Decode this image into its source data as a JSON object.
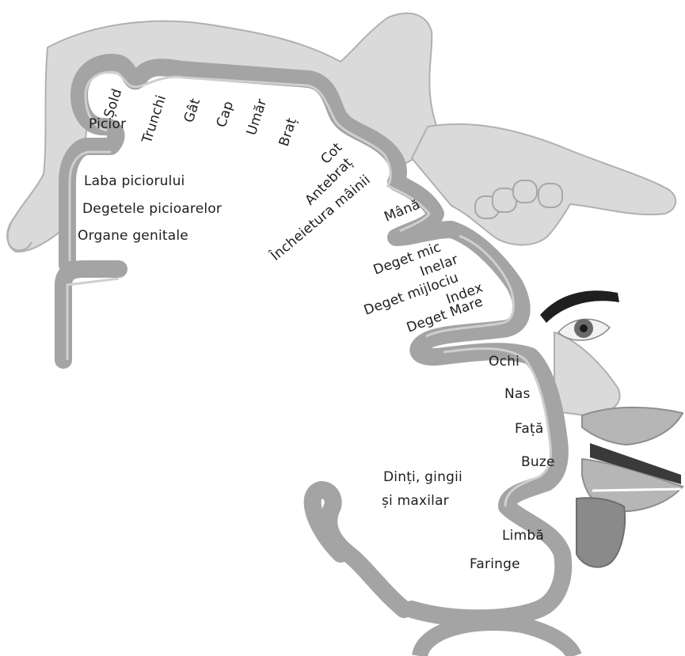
{
  "labels": {
    "sold": "Șold",
    "picior": "Picior",
    "trunchi": "Trunchi",
    "gat": "Gât",
    "cap": "Cap",
    "umar": "Umăr",
    "brat": "Braț",
    "cot": "Cot",
    "antebrat": "Antebraț",
    "incheietura": "Încheietura mâinii",
    "mana": "Mână",
    "laba_piciorului": "Laba piciorului",
    "degetele_picioarelor": "Degetele picioarelor",
    "organe_genitale": "Organe genitale",
    "deget_mic": "Deget mic",
    "inelar": "Inelar",
    "deget_mijlociu": "Deget mijlociu",
    "index": "Index",
    "deget_mare": "Deget Mare",
    "ochi": "Ochi",
    "nas": "Nas",
    "fata": "Față",
    "buze": "Buze",
    "dinti_1": "Dinți, gingii",
    "dinti_2": "și maxilar",
    "limba": "Limbă",
    "faringe": "Faringe"
  },
  "colors": {
    "cortex_band": "#a4a4a4",
    "cortex_edge": "#8a8a8a",
    "brain_fill": "#ffffff",
    "body_fill": "#dadada",
    "body_edge": "#b0b0b0",
    "text": "#1e1e1e"
  },
  "icons": [
    "homunculus-leg",
    "homunculus-hand",
    "homunculus-face",
    "eye",
    "lips",
    "tongue"
  ]
}
